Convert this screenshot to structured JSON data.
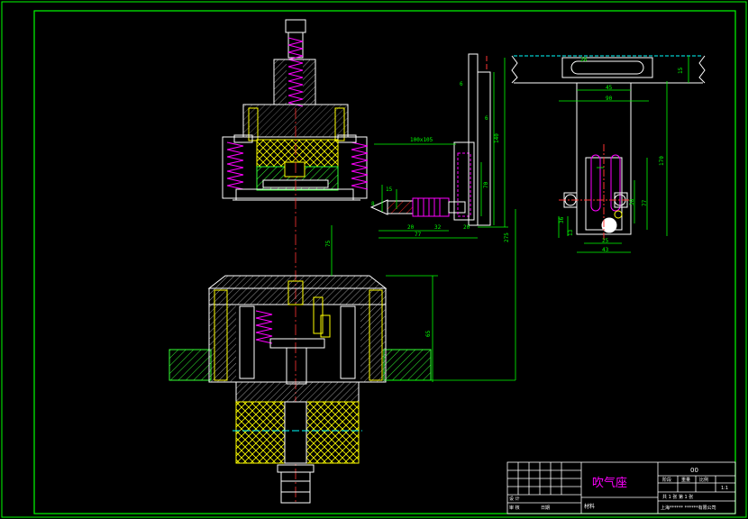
{
  "title_block": {
    "part_name": "吹气座",
    "code": "00",
    "material_label": "材料",
    "company": "上海****** ******有限公司",
    "col_stage": "阶段",
    "col_weight": "重量",
    "col_ratio": "比例",
    "ratio_value": "1:1",
    "sheet_info": "共 1 张   第 1 张",
    "design_label": "设 计",
    "check_label": "审 核",
    "date_label": "日期"
  },
  "dimensions": {
    "d_100x105": "100x105",
    "d_140": "140",
    "d_70": "70",
    "d_6a": "6",
    "d_6b": "6",
    "d_8": "8",
    "d_15": "15",
    "d_20a": "20",
    "d_20b": "20",
    "d_32": "32",
    "d_77a": "77",
    "d_75": "75",
    "d_275": "275",
    "d_65": "65",
    "d_28": "28",
    "d_15b": "15",
    "d_45": "45",
    "d_90": "90",
    "d_170": "170",
    "d_38": "38",
    "d_77b": "77",
    "d_36": "36",
    "d_13": "13",
    "d_25": "25",
    "d_43": "43"
  },
  "colors": {
    "frame": "#00ff00",
    "outline": "#ffffff",
    "dimension": "#00ff00",
    "spring": "#ff00ff",
    "centerline": "#ff3333",
    "hatch_red": "#ff0000",
    "hatch_yellow": "#ffff00",
    "hatch_green": "#33ff33",
    "cyan": "#00ffff"
  }
}
